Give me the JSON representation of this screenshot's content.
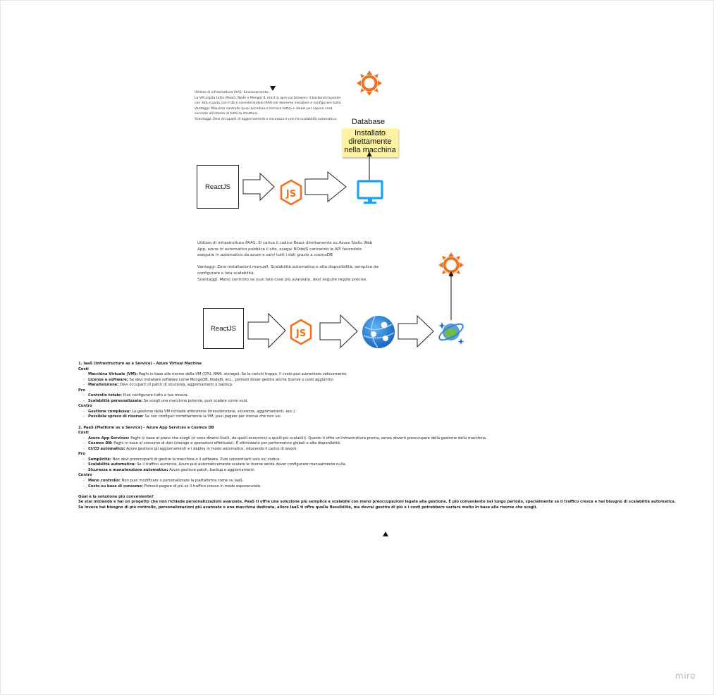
{
  "iaas_note": {
    "lines": [
      "Utilizzo di infrastruttura IAAS: funzionamento:",
      " La VM ospita tutto (React, Node e Mongo) IL react si apre sul browser, il backend risponde",
      "con dati e parla con il db e considerandolo IAAS noi dovremo installare e configurare tutto.",
      "Vantaggi: Massimo controllo (puoi accedere e toccare tutto) e ideale per sapere cosa",
      "succede all'interno di tutta la struttura.",
      "Svantaggi: Devi occuparti di aggiornamenti e sicurezza e non ha scalabilità automatica."
    ]
  },
  "database_sticky": {
    "title": "Database",
    "lines": [
      "Installato",
      "direttamente",
      "nella macchina"
    ]
  },
  "paas_note": {
    "lines": [
      "Utilizzo di infrastruttura PAAS: Si carica il codice React direttamente su Azure Static Web",
      "App, azure in automatico pubblica il sito, esegui NOdeJS caricando le API facendole",
      "eseguire in automatico da azure e salvi tutti i dati grazie a cosmoDB",
      "",
      "Vantaggi: Zero installazioni manuali, Scalabilità automatica e alta disponibilità, semplice da",
      "configurare e lata scalabilità.",
      "Svantaggi. Meno controllo se vuoi fare cose più avanzate, devi seguire regole precise."
    ]
  },
  "diagram1": {
    "react_label": "ReactJS"
  },
  "diagram2": {
    "react_label": "ReactJS"
  },
  "icons": {
    "nodejs": "nodejs-icon",
    "monitor": "monitor-icon",
    "database_gear": "gear-icon",
    "web_app": "azure-static-web-app-icon",
    "cosmos": "cosmos-db-icon"
  },
  "colors": {
    "orange": "#f2711c",
    "blue": "#1da1f2",
    "sticky": "#fff3a1"
  },
  "comparison": {
    "iaas_title": "1. IaaS (Infrastructure as a Service) - Azure Virtual Machine",
    "costi": "Costi",
    "pro": "Pro",
    "contro": "Contro",
    "iaas_costi": [
      {
        "b": "Macchina Virtuale (VM):",
        "t": " Paghi in base alle      risorse della VM (CPU, RAM, storage). Se la carichi troppo, il costo può      aumentare velocemente."
      },
      {
        "b": "Licenze e software:",
        "t": " Se devi installare      software come MongoDB, NodeJS, ecc., potresti dover gestire anche licenze      o costi aggiuntivi."
      },
      {
        "b": "Manutenzione:",
        "t": " Devi occuparti di patch di      sicurezza, aggiornamenti e backup."
      }
    ],
    "iaas_pro": [
      {
        "b": "Controllo totale:",
        "t": " Puoi configurare tutto a      tua misura."
      },
      {
        "b": "Scalabilità personalizzata:",
        "t": " Se scegli una      macchina potente, puoi scalare come vuoi."
      }
    ],
    "iaas_contro": [
      {
        "b": "Gestione complessa:",
        "t": " La gestione della VM      richiede attenzione (manutenzione, sicurezza, aggiornamenti, ecc.)."
      },
      {
        "b": "Possibile spreco di risorse:",
        "t": " Se non      configuri correttamente la VM, puoi pagare per risorse che non usi."
      }
    ],
    "paas_title": "2. PaaS (Platform as a Service) - Azure App Services e Cosmos DB",
    "paas_costi": [
      {
        "b": "Azure App Services:",
        "t": " Paghi in base al piano      che scegli (ci sono diversi livelli, da quelli economici a quelli più      scalabili). Questo ti offre un'infrastruttura pronta, senza doverti      preoccupare della gestione della macchina."
      },
      {
        "b": "Cosmos DB:",
        "t": " Paghi in base al consumo di dati      (storage e operazioni effettuate). È ottimizzato per performance globali e      alta disponibilità."
      },
      {
        "b": "CI/CD automatico:",
        "t": " Azure gestisce gli      aggiornamenti e i deploy in modo automatico, riducendo il carico di      lavoro."
      }
    ],
    "paas_pro": [
      {
        "b": "Semplicità:",
        "t": " Non devi preoccuparti di gestire      la macchina o il software. Puoi concentrarti solo sul codice."
      },
      {
        "b": "Scalabilità automatica:",
        "t": " Se il traffico      aumenta, Azure può automaticamente scalare le risorse senza dover      configurare manualmente nulla."
      },
      {
        "b": "Sicurezza e manutenzione automatica:",
        "t": " Azure      gestisce patch, backup e aggiornamenti."
      }
    ],
    "paas_contro": [
      {
        "b": "Meno controllo:",
        "t": " Non puoi modificare o      personalizzare la piattaforma come su IaaS."
      },
      {
        "b": "Costo su base di consumo:",
        "t": " Potresti pagare di      più se il traffico cresce in modo esponenziale."
      }
    ],
    "conclusion_title": "Qual è la soluzione più conveniente?",
    "conclusion_1": "Se stai iniziando e hai un progetto che non richiede personalizzazioni avanzate, PaaS ti offre una soluzione più semplice e scalabile con meno preoccupazioni legate alla gestione. È più conveniente nel lungo periodo, specialmente se il traffico cresce e hai bisogno di scalabilità automatica.",
    "conclusion_2": "Se invece hai bisogno di più controllo, personalizzazioni più avanzate o una macchina dedicata, allora IaaS ti offre quella flessibilità, ma dovrai gestire di più e i costi potrebbero variare molto in base alle risorse che scegli."
  },
  "watermark": "miro"
}
